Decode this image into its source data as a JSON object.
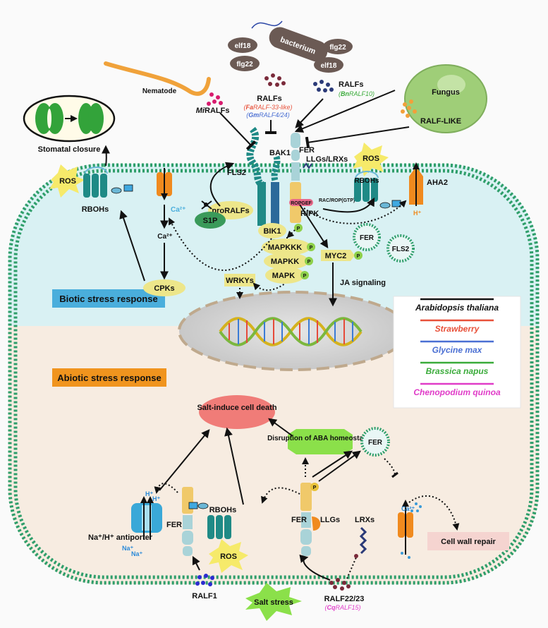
{
  "pathogens": {
    "bacterium": "bacterium",
    "elf18": "elf18",
    "flg22": "flg22",
    "fungus": "Fungus",
    "nematode": "Nematode"
  },
  "ligands": {
    "mi_ralfs_prefix": "Mi",
    "mi_ralfs_suffix": "RALFs",
    "ralfs": "RALFs",
    "fa_ralf_prefix": "(",
    "fa_ralf_italic": "Fa",
    "fa_ralf_rest": "RALF-33-like)",
    "gm_ralf_prefix": "(",
    "gm_ralf_italic": "Gm",
    "gm_ralf_rest": "RALF4/24)",
    "ralfs_bn": "RALFs",
    "bn_ralf_prefix": "(",
    "bn_ralf_italic": "Bn",
    "bn_ralf_rest": "RALF10)",
    "ralf_like": "RALF-LIKE",
    "ralf1": "RALF1",
    "ralf22_23": "RALF22/23",
    "cq_ralf_prefix": "(",
    "cq_ralf_italic": "Cq",
    "cq_ralf_rest": "RALF15)"
  },
  "receptors": {
    "bak1": "BAK1",
    "fls2": "FLS2",
    "fer": "FER",
    "llgs_lrxs": "LLGs/LRXs",
    "bik1": "BIK1",
    "ripk": "RIPK",
    "ropgef": "ROPGEF",
    "rac_rop": "RAC/ROP(GTP)",
    "rbohs": "RBOHs",
    "aha2": "AHA2",
    "h_plus": "H⁺",
    "fer_vesicle": "FER",
    "fls2_vesicle": "FLS2",
    "llgs": "LLGs",
    "lrxs": "LRXs",
    "antiporter": "Na⁺/H⁺ antiporter"
  },
  "signaling": {
    "mapkkk": "MAPKKK",
    "mapkk": "MAPKK",
    "mapk": "MAPK",
    "p": "P",
    "myc2": "MYC2",
    "wrkys": "WRKYs",
    "ja": "JA signaling",
    "propralfs": "proRALFs",
    "s1p": "S1P",
    "ros": "ROS",
    "ca2": "Ca²⁺",
    "ca_inner": "Ca²⁺",
    "cpks": "CPKs",
    "stomatal": "Stomatal closure",
    "na": "Na⁺",
    "h": "H⁺"
  },
  "responses": {
    "biotic": "Biotic stress response",
    "abiotic": "Abiotic stress response",
    "salt_death": "Salt-induce cell death",
    "aba": "Disruption of ABA homeostasis",
    "cell_wall": "Cell wall repair",
    "salt_stress": "Salt stress"
  },
  "legend": [
    {
      "label": "Arabidopsis thaliana",
      "color": "#111111"
    },
    {
      "label": "Strawberry",
      "color": "#e8513a"
    },
    {
      "label": "Glycine max",
      "color": "#4a6fd3"
    },
    {
      "label": "Brassica napus",
      "color": "#3aab3a"
    },
    {
      "label": "Chenopodium quinoa",
      "color": "#e03cc8"
    }
  ],
  "colors": {
    "membrane": "#2e9e6a",
    "biotic_bg": "#d9f1f3",
    "abiotic_bg": "#f7ece1",
    "biotic_label_bg": "#4aaedc",
    "abiotic_label_bg": "#f0941e",
    "receptor_teal": "#1f8a86",
    "fer_blue": "#a9d3d8",
    "kinase_yellow": "#ede68a",
    "salt_death": "#f07c78",
    "green_burst": "#8be04a"
  }
}
